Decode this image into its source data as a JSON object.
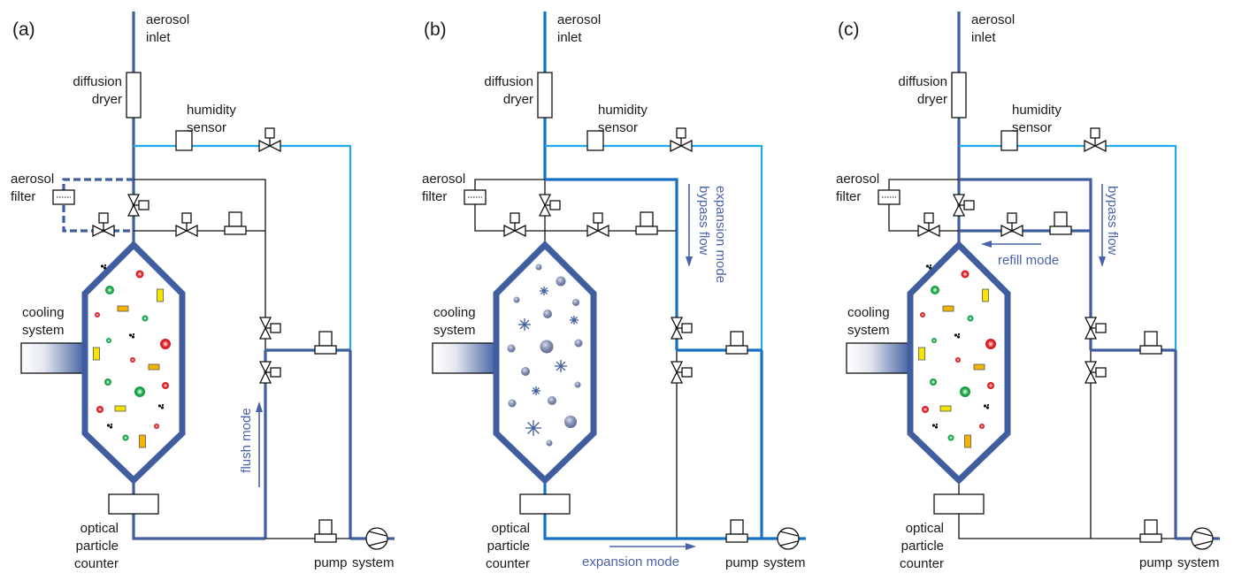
{
  "colors": {
    "main_pipe": "#3f5d9f",
    "expansion_pipe": "#1670c4",
    "humidity_pipe": "#1eaaeb",
    "thin_line": "#111111",
    "mode_text": "#4a63a8",
    "chamber": "#3f5d9f",
    "particle_red": "#e0242b",
    "particle_green": "#1fa84a",
    "particle_yellow": "#f4e400",
    "particle_orange": "#f4b400",
    "ice_crystal": "#3f5d9f",
    "droplet": "#7d88a8"
  },
  "labels": {
    "aerosol_inlet": [
      "aerosol",
      "inlet"
    ],
    "diffusion_dryer": [
      "diffusion",
      "dryer"
    ],
    "humidity_sensor": [
      "humidity",
      "sensor"
    ],
    "aerosol_filter": [
      "aerosol",
      "filter"
    ],
    "cooling_system": [
      "cooling",
      "system"
    ],
    "optical_particle_counter": [
      "optical",
      "particle",
      "counter"
    ],
    "pump": "pump",
    "system": "system"
  },
  "panels": [
    {
      "id": "a",
      "label": "(a)",
      "mode": "flush",
      "chamber_contents": "aerosol",
      "filter_path_dashed": true,
      "mode_labels": [
        {
          "text": "flush mode",
          "arrow": "up"
        }
      ],
      "pipes": {
        "inlet": "main",
        "dryer_to_tee": "main",
        "humidity_branch": "humidity",
        "humidity_return": "humidity",
        "to_chamber_top": "main",
        "filter_loop": "main_dashed",
        "top_bypass": "thin",
        "valve_row": "thin",
        "bypass_vertical_upper": "thin",
        "bypass_vertical_lower": "main",
        "mid_cross": "main",
        "right_vertical_lower": "main",
        "opc_to_pump": "main",
        "pump_row": "thin",
        "exhaust": "main",
        "chamber_to_opc": "main"
      }
    },
    {
      "id": "b",
      "label": "(b)",
      "mode": "expansion",
      "chamber_contents": "ice",
      "filter_path_dashed": false,
      "mode_labels": [
        {
          "text": "expansion mode",
          "arrow": "down",
          "line": 1
        },
        {
          "text": "bypass flow",
          "arrow": "down",
          "line": 2
        },
        {
          "text": "expansion mode",
          "arrow": "right",
          "position": "bottom"
        }
      ],
      "pipes": {
        "inlet": "expansion",
        "dryer_to_tee": "expansion",
        "humidity_branch": "humidity",
        "humidity_return": "humidity",
        "to_chamber_top": "thin",
        "filter_loop": "thin",
        "top_bypass": "expansion",
        "valve_row": "thin",
        "bypass_vertical_upper": "expansion",
        "bypass_vertical_lower": "thin",
        "mid_cross": "expansion",
        "right_vertical_lower": "expansion",
        "opc_to_pump": "expansion",
        "pump_row": "expansion",
        "exhaust": "expansion",
        "chamber_to_opc": "expansion"
      }
    },
    {
      "id": "c",
      "label": "(c)",
      "mode": "refill",
      "chamber_contents": "aerosol",
      "filter_path_dashed": false,
      "mode_labels": [
        {
          "text": "bypass flow",
          "arrow": "down"
        },
        {
          "text": "refill mode",
          "arrow": "left"
        }
      ],
      "pipes": {
        "inlet": "main",
        "dryer_to_tee": "main",
        "humidity_branch": "humidity",
        "humidity_return": "humidity",
        "to_chamber_top": "main",
        "filter_loop": "thin",
        "top_bypass": "main",
        "valve_row": "main",
        "bypass_vertical_upper": "main",
        "bypass_vertical_lower": "thin",
        "mid_cross": "main",
        "right_vertical_lower": "main",
        "opc_to_pump": "thin",
        "pump_row": "thin",
        "exhaust": "main",
        "chamber_to_opc": "thin"
      }
    }
  ]
}
